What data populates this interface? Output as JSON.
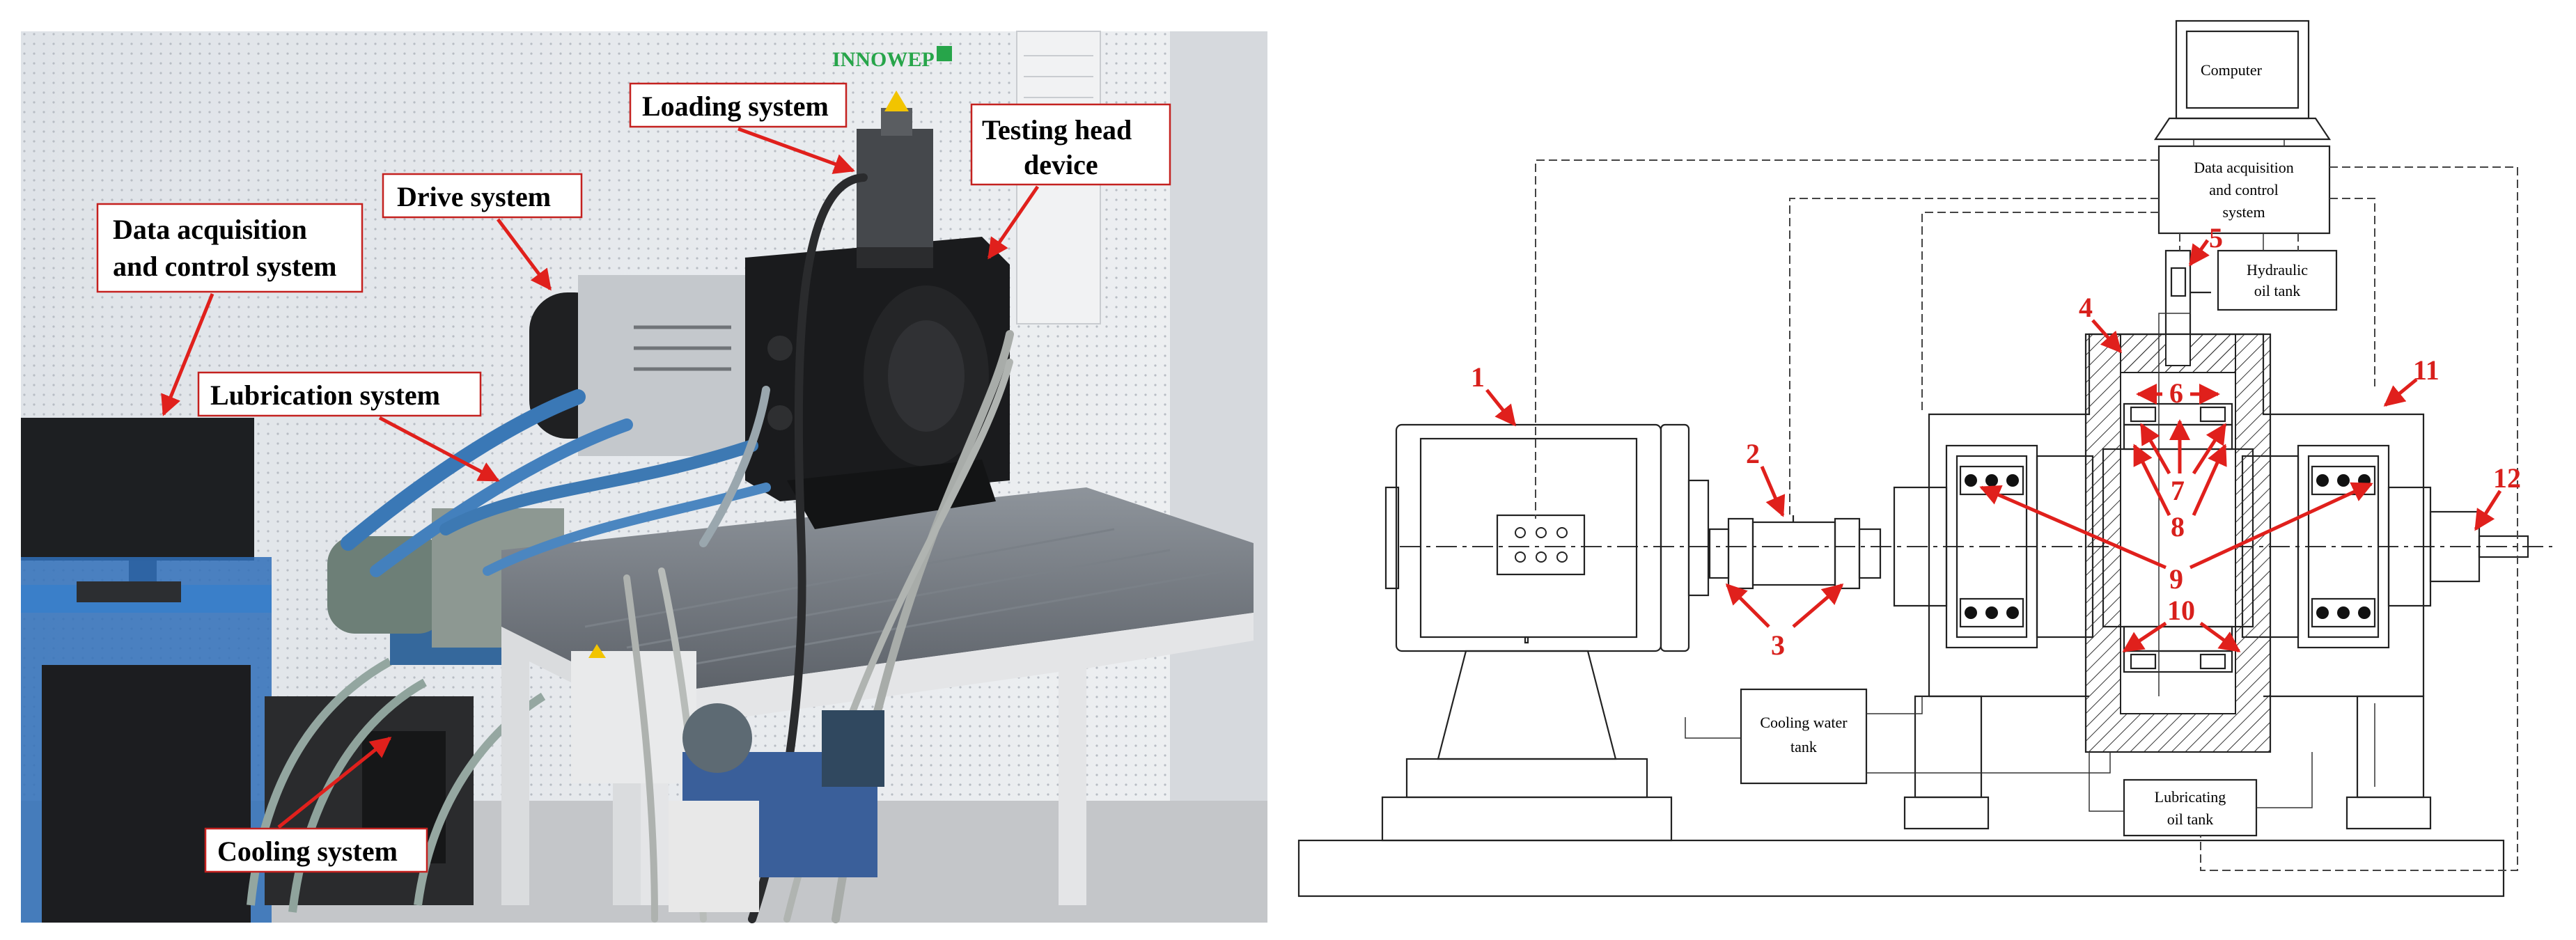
{
  "photo": {
    "logo": "INNOWEP",
    "labels": [
      {
        "id": "loading",
        "lines": [
          "Loading system"
        ]
      },
      {
        "id": "testing",
        "lines": [
          "Testing head",
          "device"
        ]
      },
      {
        "id": "drive",
        "lines": [
          "Drive system"
        ]
      },
      {
        "id": "daq",
        "lines": [
          "Data acquisition",
          "and control system"
        ]
      },
      {
        "id": "lubrication",
        "lines": [
          "Lubrication system"
        ]
      },
      {
        "id": "cooling",
        "lines": [
          "Cooling system"
        ]
      }
    ]
  },
  "schematic": {
    "boxes": {
      "computer": "Computer",
      "daq": [
        "Data acquisition",
        "and control",
        "system"
      ],
      "hydraulic": [
        "Hydraulic",
        "oil tank"
      ],
      "cooling_water": [
        "Cooling water",
        "tank"
      ],
      "lubricating": [
        "Lubricating",
        "oil tank"
      ]
    },
    "numbers": [
      "1",
      "2",
      "3",
      "4",
      "5",
      "6",
      "7",
      "8",
      "9",
      "10",
      "11",
      "12"
    ]
  },
  "colors": {
    "label_border": "#c4211f",
    "arrow": "#e0201c",
    "number": "#d8201c"
  }
}
